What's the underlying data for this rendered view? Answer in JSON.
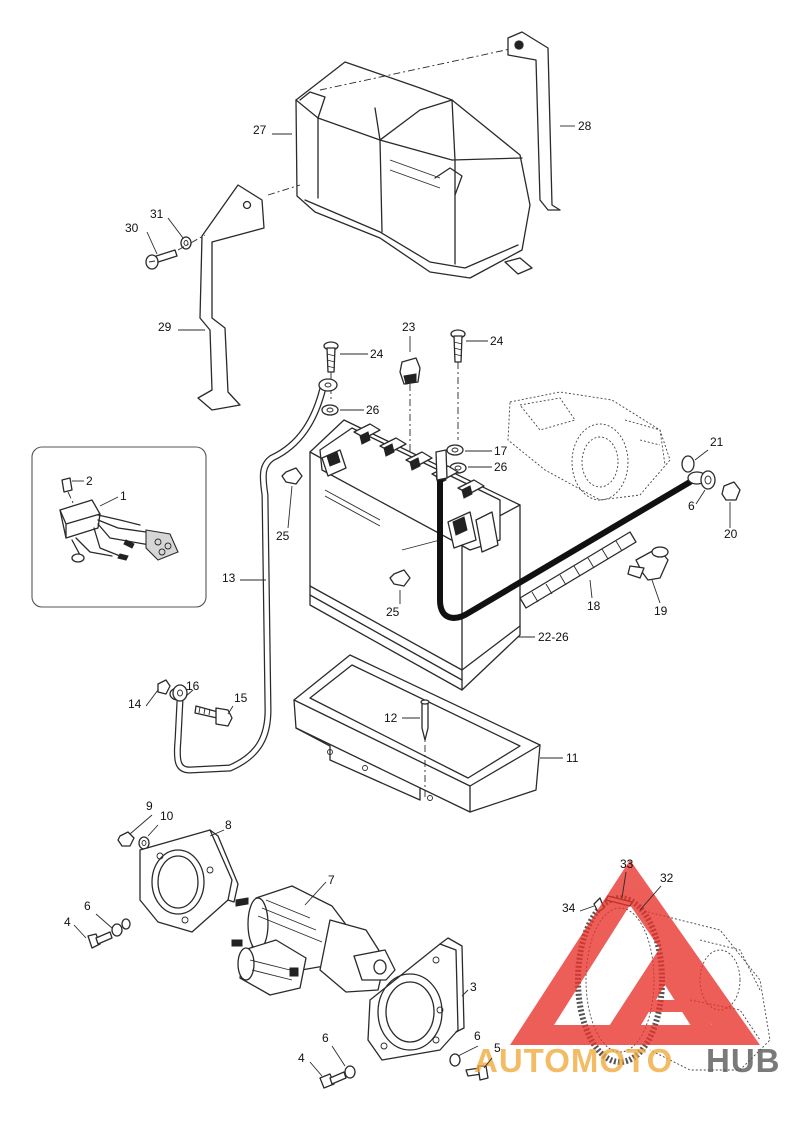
{
  "callouts": [
    {
      "id": "27",
      "text": "27"
    },
    {
      "id": "28",
      "text": "28"
    },
    {
      "id": "29",
      "text": "29"
    },
    {
      "id": "30",
      "text": "30"
    },
    {
      "id": "31",
      "text": "31"
    },
    {
      "id": "23",
      "text": "23"
    },
    {
      "id": "24a",
      "text": "24"
    },
    {
      "id": "24b",
      "text": "24"
    },
    {
      "id": "26a",
      "text": "26"
    },
    {
      "id": "17",
      "text": "17"
    },
    {
      "id": "26b",
      "text": "26"
    },
    {
      "id": "21",
      "text": "21"
    },
    {
      "id": "6a",
      "text": "6"
    },
    {
      "id": "20",
      "text": "20"
    },
    {
      "id": "2",
      "text": "2"
    },
    {
      "id": "1",
      "text": "1"
    },
    {
      "id": "25a",
      "text": "25"
    },
    {
      "id": "13",
      "text": "13"
    },
    {
      "id": "25b",
      "text": "25"
    },
    {
      "id": "18",
      "text": "18"
    },
    {
      "id": "19",
      "text": "19"
    },
    {
      "id": "22-26",
      "text": "22-26"
    },
    {
      "id": "14",
      "text": "14"
    },
    {
      "id": "16",
      "text": "16"
    },
    {
      "id": "15",
      "text": "15"
    },
    {
      "id": "12",
      "text": "12"
    },
    {
      "id": "11",
      "text": "11"
    },
    {
      "id": "9",
      "text": "9"
    },
    {
      "id": "10",
      "text": "10"
    },
    {
      "id": "8",
      "text": "8"
    },
    {
      "id": "7",
      "text": "7"
    },
    {
      "id": "6b",
      "text": "6"
    },
    {
      "id": "4a",
      "text": "4"
    },
    {
      "id": "3",
      "text": "3"
    },
    {
      "id": "33",
      "text": "33"
    },
    {
      "id": "32",
      "text": "32"
    },
    {
      "id": "34",
      "text": "34"
    },
    {
      "id": "6c",
      "text": "6"
    },
    {
      "id": "6d",
      "text": "6"
    },
    {
      "id": "4b",
      "text": "4"
    },
    {
      "id": "5",
      "text": "5"
    }
  ],
  "watermark": {
    "text_part1": "AUTOMOTO",
    "text_part2": "HUB",
    "color_primary": "#e8322b",
    "color_secondary": "#f2a93b",
    "color_tertiary": "#555555"
  }
}
